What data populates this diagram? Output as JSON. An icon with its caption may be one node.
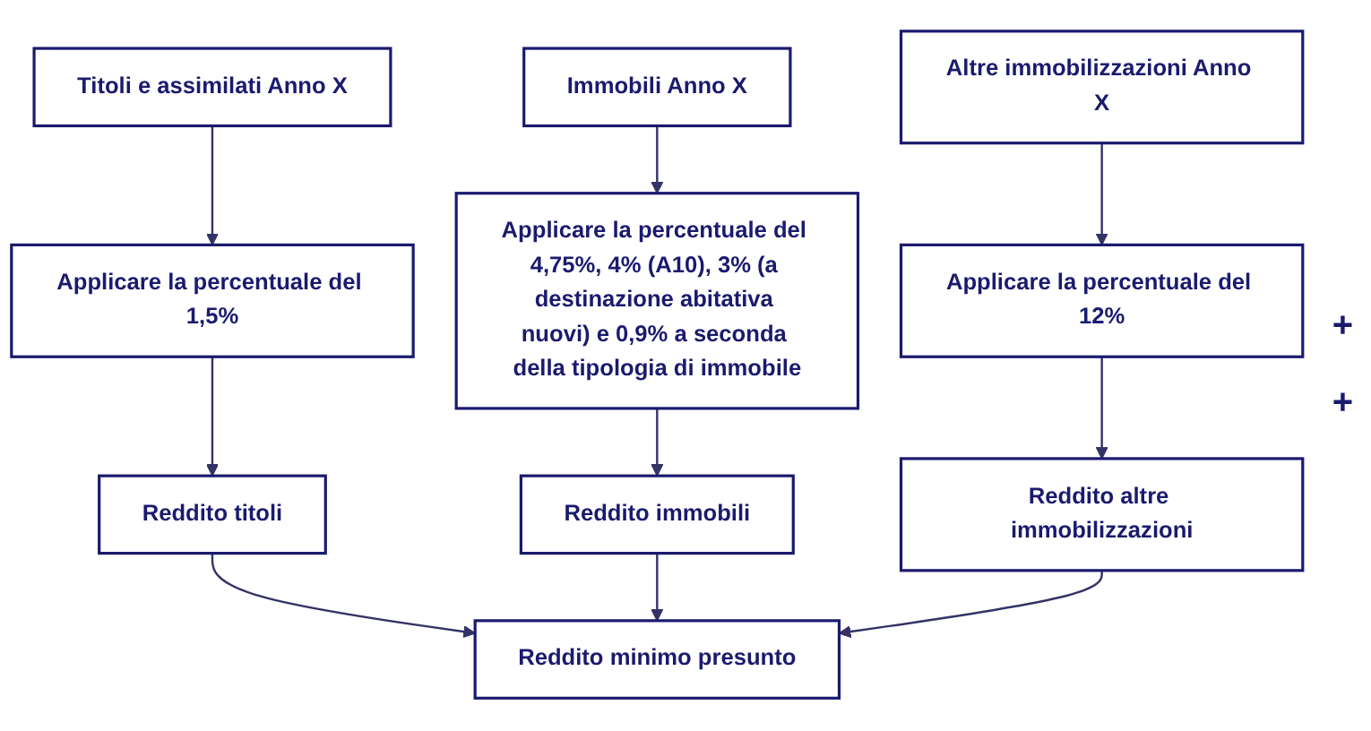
{
  "diagram": {
    "nodes": [
      {
        "text": [
          "Titoli e assimilati Anno X"
        ]
      },
      {
        "text": [
          "Immobili Anno X"
        ]
      },
      {
        "text": [
          "Altre immobilizzazioni Anno X"
        ]
      },
      {
        "text": [
          "Applicare la percentuale del 1,5%"
        ]
      },
      {
        "text": [
          "Applicare la percentuale del 4,75%, 4% (A10), 3% (a destinazione abitativa nuovi) e 0,9% a seconda della tipologia di immobile"
        ]
      },
      {
        "text": [
          "Applicare la percentuale del 12%"
        ]
      },
      {
        "text": [
          "Reddito titoli"
        ]
      },
      {
        "text": [
          "Reddito immobili"
        ]
      },
      {
        "text": [
          "Reddito altre immobilizzazioni"
        ]
      },
      {
        "text": [
          "Reddito minimo presunto"
        ]
      }
    ],
    "edges": [
      {
        "from": 0,
        "to": 3,
        "arrow": "to"
      },
      {
        "from": 1,
        "to": 4,
        "arrow": "to"
      },
      {
        "from": 2,
        "to": 5,
        "arrow": "to"
      },
      {
        "from": 3,
        "to": 6,
        "arrow": "to"
      },
      {
        "from": 4,
        "to": 7,
        "arrow": "to"
      },
      {
        "from": 5,
        "to": 8,
        "arrow": "to"
      },
      {
        "from": 6,
        "to": 9,
        "arrow": "to"
      },
      {
        "from": 7,
        "to": 9,
        "arrow": "to"
      },
      {
        "from": 8,
        "to": 9,
        "arrow": "to"
      }
    ],
    "labels": [
      "+",
      "+"
    ]
  }
}
